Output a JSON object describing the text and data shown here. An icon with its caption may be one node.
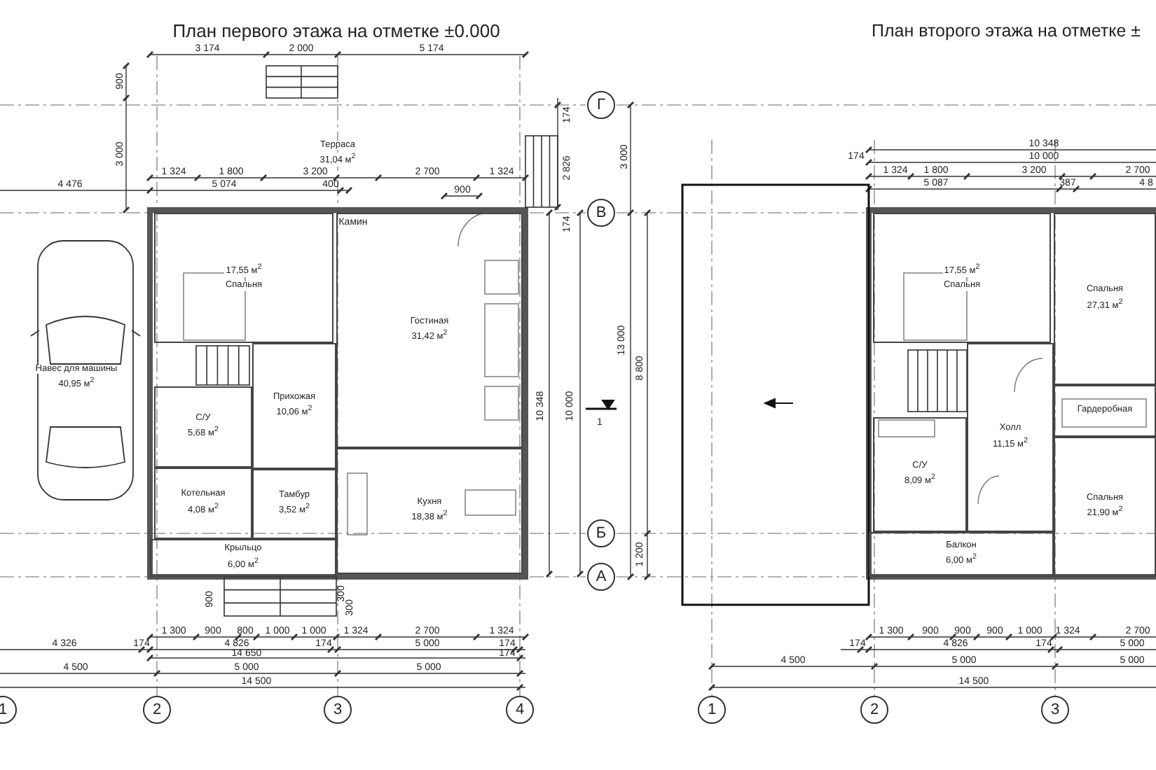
{
  "diagram": {
    "nodes": [
      {
        "text": [
          "Терраса",
          "31,04 м$^{2}$"
        ]
      },
      {
        "text": [
          "Навес для машины",
          "40,95 м$^{2}$"
        ]
      },
      {
        "text": [
          "17,55 м$^{2}$",
          "Спальня"
        ]
      },
      {
        "text": [
          "Гостиная",
          "31,42 м$^{2}$"
        ]
      },
      {
        "text": [
          "Кухня",
          "18,38 м$^{2}$"
        ]
      },
      {
        "text": [
          "Прихожая",
          "10,06 м$^{2}$"
        ]
      },
      {
        "text": [
          "С/У",
          "5,68 м$^{2}$"
        ]
      },
      {
        "text": [
          "Котельная",
          "4,08 м$^{2}$"
        ]
      },
      {
        "text": [
          "Тамбур",
          "3,52 м$^{2}$"
        ]
      },
      {
        "text": [
          "Крыльцо",
          "6,00 м$^{2}$"
        ]
      },
      {
        "text": [
          "17,55 м$^{2}$",
          "Спальня"
        ]
      },
      {
        "text": [
          "Спальня",
          "27,31 м$^{2}$"
        ]
      },
      {
        "text": [
          "Холл",
          "11,15 м$^{2}$"
        ]
      },
      {
        "text": [
          "Гардеробная"
        ]
      },
      {
        "text": [
          "С/У",
          "8,09 м$^{2}$"
        ]
      },
      {
        "text": [
          "Балкон",
          "6,00 м$^{2}$"
        ]
      },
      {
        "text": [
          "Спальня",
          "21,90 м$^{2}$"
        ]
      },
      {
        "text": [
          "Г"
        ]
      },
      {
        "text": [
          "В"
        ]
      },
      {
        "text": [
          "Б"
        ]
      },
      {
        "text": [
          "А"
        ]
      },
      {
        "text": [
          "1"
        ]
      },
      {
        "text": [
          "2"
        ]
      },
      {
        "text": [
          "3"
        ]
      },
      {
        "text": [
          "4"
        ]
      },
      {
        "text": [
          "1"
        ]
      },
      {
        "text": [
          "2"
        ]
      },
      {
        "text": [
          "3"
        ]
      }
    ],
    "labels": [
      "План первого этажа на отметке ±0.000",
      "План второго этажа на отметке ±",
      "3 174",
      "2 000",
      "5 174",
      "900",
      "3 000",
      "1 324",
      "1 800",
      "3 200",
      "2 700",
      "1 324",
      "4 476",
      "5 074",
      "400",
      "900",
      "174",
      "2 826",
      "174",
      "Камин",
      "10 348",
      "10 000",
      "1",
      "3 000",
      "13 000",
      "8 800",
      "1 200",
      "174",
      "10 348",
      "10 000",
      "1 324",
      "1 800",
      "3 200",
      "2 700",
      "5 087",
      "387",
      "4 8",
      "900",
      "300",
      "300",
      "1 300",
      "900",
      "800",
      "1 000",
      "1 000",
      "1 324",
      "2 700",
      "1 324",
      "4 326",
      "174",
      "4 826",
      "174",
      "5 000",
      "174",
      "14 650",
      "174",
      "4 500",
      "5 000",
      "5 000",
      "14 500",
      "1 300",
      "900",
      "900",
      "900",
      "1 000",
      "1 324",
      "2 700",
      "174",
      "4 826",
      "174",
      "5 000",
      "4 500",
      "5 000",
      "5 000",
      "14 500"
    ]
  }
}
